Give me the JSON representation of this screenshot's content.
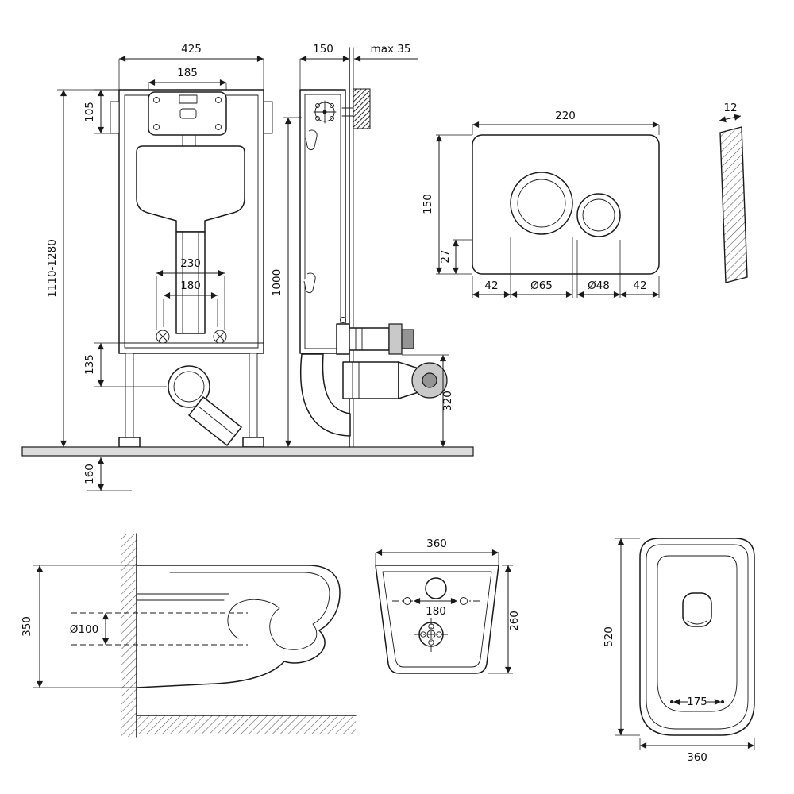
{
  "colors": {
    "line": "#1a1a1a",
    "floor_fill": "#dcdcdc",
    "fitting_gray": "#c9c9c9",
    "fitting_dark_gray": "#949494"
  },
  "views": {
    "cistern_front": {
      "frame_width": "425",
      "access_plate_width": "185",
      "access_plate_height": "105",
      "install_height_range": "1110-1280",
      "fixing_spacing": "230",
      "outlet_spacing": "180",
      "outlet_height": "135",
      "floor_recess": "160"
    },
    "cistern_side": {
      "frame_depth": "150",
      "wall_gap_max": "max 35",
      "frame_height": "1000",
      "drain_height": "320"
    },
    "flush_plate": {
      "width": "220",
      "height": "150",
      "button_bottom_offset": "27",
      "left_margin": "42",
      "large_button_diameter": "Ø65",
      "small_button_diameter": "Ø48",
      "right_margin": "42",
      "thickness": "12"
    },
    "bowl_side": {
      "bowl_height": "350",
      "drain_diameter": "Ø100"
    },
    "bowl_front": {
      "bowl_width": "360",
      "hole_spacing": "180",
      "bowl_height": "260"
    },
    "bowl_top": {
      "bowl_depth": "520",
      "seat_inner_width": "175",
      "bowl_width": "360"
    }
  }
}
